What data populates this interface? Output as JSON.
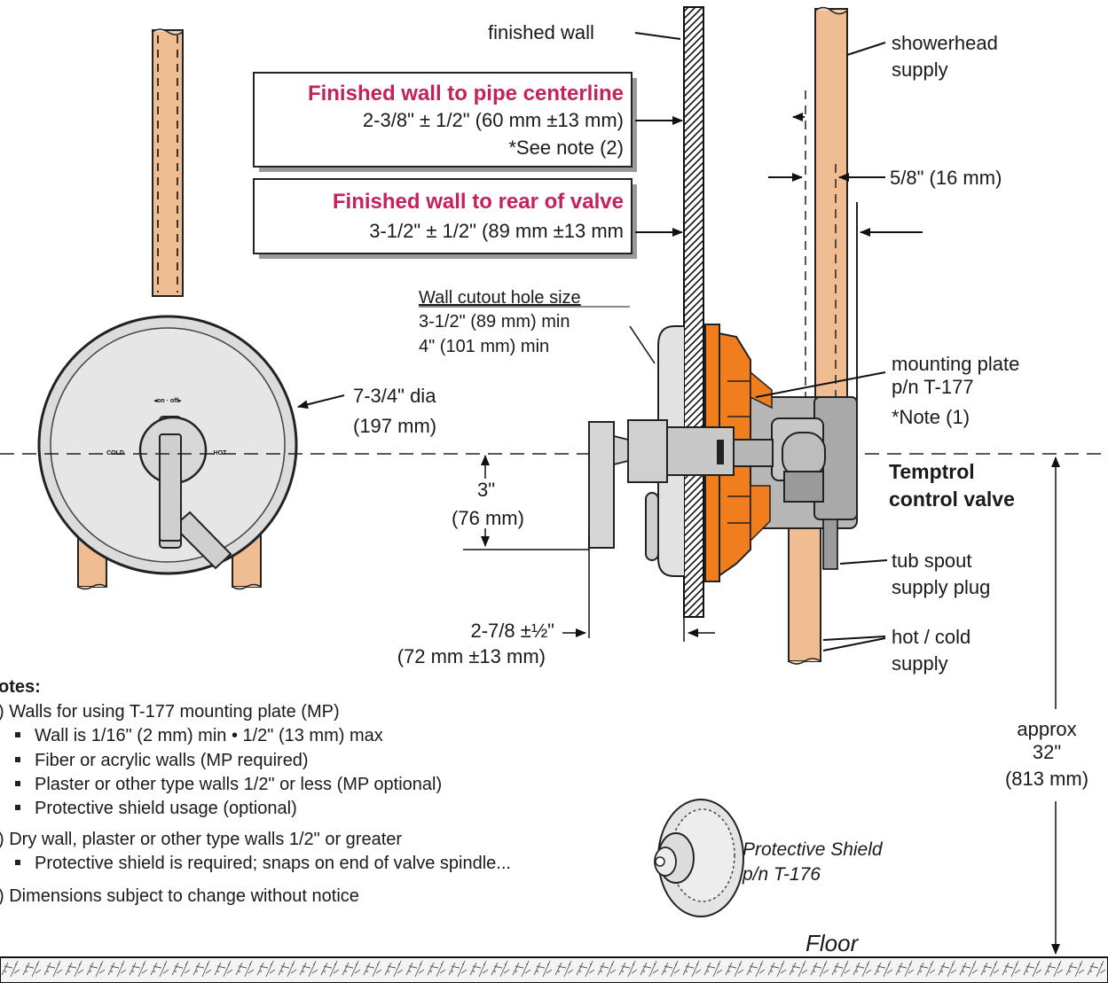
{
  "labels": {
    "finished_wall": "finished wall",
    "showerhead_1": "showerhead",
    "showerhead_2": "supply",
    "box1_title": "Finished wall to pipe centerline",
    "box1_line1": "2-3/8\" ± 1/2\" (60 mm ±13 mm)",
    "box1_line2": "*See note (2)",
    "box2_title": "Finished wall to rear of valve",
    "box2_line1": "3-1/2\" ± 1/2\" (89 mm ±13 mm",
    "dim_5_8": "5/8\" (16 mm)",
    "cutout_title": "Wall cutout hole size",
    "cutout_1": "3-1/2\" (89 mm) min",
    "cutout_2": "4\" (101 mm) min",
    "mounting_1": "mounting plate",
    "mounting_2": "p/n T-177",
    "mounting_3": "*Note (1)",
    "dia_1": "7-3/4\" dia",
    "dia_2": "(197 mm)",
    "temptrol_1": "Temptrol",
    "temptrol_2": "control valve",
    "dim_3_1": "3\"",
    "dim_3_2": "(76 mm)",
    "tub_1": "tub spout",
    "tub_2": "supply plug",
    "hot_1": "hot / cold",
    "hot_2": "supply",
    "dim_278_1": "2-7/8 ±½\"",
    "dim_278_2": "(72 mm ±13 mm)",
    "approx_1": "approx",
    "approx_2": "32\"",
    "approx_3": "(813 mm)",
    "shield_1": "Protective Shield",
    "shield_2": "p/n T-176",
    "floor": "Floor",
    "dial_on_off": "◂on · off▸",
    "dial_cold": "COLD",
    "dial_hot": "HOT"
  },
  "notes": {
    "heading": "otes:",
    "n1": ") Walls for using T-177 mounting plate (MP)",
    "n1a": "Wall is 1/16\" (2 mm) min  •  1/2\" (13 mm) max",
    "n1b": "Fiber or acrylic walls (MP required)",
    "n1c": "Plaster or other type walls 1/2\" or less (MP optional)",
    "n1d": "Protective shield usage (optional)",
    "n2": ") Dry wall, plaster or other type walls 1/2\" or greater",
    "n2a": "Protective shield is required; snaps on end of valve spindle...",
    "n3": ") Dimensions subject to change without notice"
  },
  "colors": {
    "pipe": "#f0bd93",
    "plate": "#f07d1e",
    "accent_red": "#c4225d",
    "valve_grey": "#b7b7b7"
  }
}
